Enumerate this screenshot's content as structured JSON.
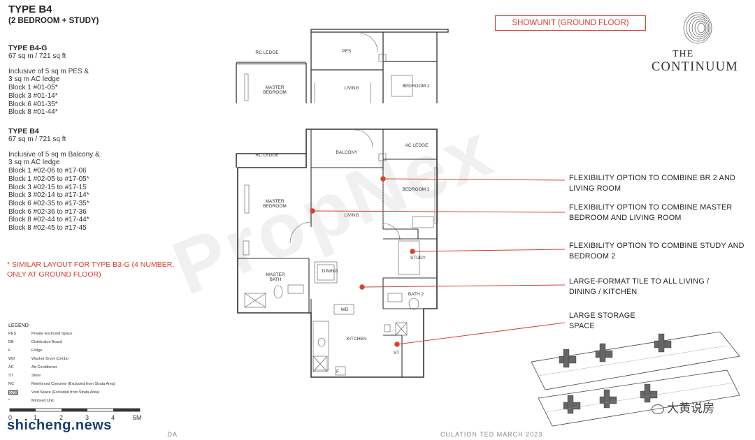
{
  "header": {
    "title": "TYPE B4",
    "subtitle": "(2 BEDROOM + STUDY)"
  },
  "unit_types": [
    {
      "name": "TYPE B4-G",
      "area": "67 sq m / 721 sq ft",
      "inclusive": [
        "Inclusive of 5 sq m PES &",
        "3 sq m AC ledge"
      ],
      "blocks": [
        "Block 1 #01-05*",
        "Block 3 #01-14*",
        "Block 6 #01-35*",
        "Block 8 #01-44*"
      ]
    },
    {
      "name": "TYPE B4",
      "area": "67 sq m / 721 sq ft",
      "inclusive": [
        "Inclusive of 5 sq m Balcony &",
        "3 sq m AC ledge"
      ],
      "blocks": [
        "Block 1 #02-06 to #17-06",
        "Block 1 #02-05 to #17-05*",
        "Block 3 #02-15 to #17-15",
        "Block 3 #02-14 to #17-14*",
        "Block 6 #02-35 to #17-35*",
        "Block 6 #02-36 to #17-36",
        "Block 8 #02-44 to #17-44*",
        "Block 8 #02-45 to #17-45"
      ]
    }
  ],
  "note": [
    "* SIMILAR LAYOUT FOR TYPE B3-G (4 NUMBER,",
    "ONLY AT GROUND FLOOR)"
  ],
  "legend": {
    "title": "LEGEND:",
    "items": [
      {
        "key": "PES",
        "value": "Private Enclosed Space"
      },
      {
        "key": "DB",
        "value": "Distribution Board"
      },
      {
        "key": "F",
        "value": "Fridge"
      },
      {
        "key": "WD",
        "value": "Washer Dryer Combo"
      },
      {
        "key": "AC",
        "value": "Air-Conditioner"
      },
      {
        "key": "ST",
        "value": "Store"
      },
      {
        "key": "RC",
        "value": "Reinforced Concrete (Excluded from Strata Area)"
      },
      {
        "key": "",
        "value": "Void Space (Excluded from Strata Area)"
      },
      {
        "key": "*",
        "value": "Mirrored Unit"
      }
    ]
  },
  "scale": {
    "labels": [
      "0",
      "1",
      "2",
      "3",
      "4",
      "5M"
    ]
  },
  "showunit_label": "SHOWUNIT (GROUND FLOOR)",
  "logo": {
    "line1": "THE",
    "line2": "CONTINUUM"
  },
  "callouts": [
    {
      "lines": [
        "FLEXIBILITY OPTION TO COMBINE BR 2 AND",
        "LIVING ROOM"
      ]
    },
    {
      "lines": [
        "FLEXIBILITY OPTION TO COMBINE MASTER",
        "BEDROOM AND LIVING ROOM"
      ]
    },
    {
      "lines": [
        "FLEXIBILITY OPTION TO COMBINE STUDY AND",
        "BEDROOM 2"
      ]
    },
    {
      "lines": [
        "LARGE-FORMAT TILE TO ALL LIVING /",
        "DINING / KITCHEN"
      ]
    },
    {
      "lines": [
        "LARGE STORAGE",
        "SPACE"
      ]
    }
  ],
  "plan_top": {
    "rooms": {
      "rc_ledge": "RC LEDGE",
      "pes": "PES",
      "master_bedroom": "MASTER\nBEDROOM",
      "living": "LIVING",
      "bedroom2": "BEDROOM 2"
    }
  },
  "plan_main": {
    "rooms": {
      "rc_ledge": "RC LEDGE",
      "balcony": "BALCONY",
      "ac_ledge": "AC LEDGE",
      "master_bedroom": "MASTER\nBEDROOM",
      "living": "LIVING",
      "bedroom2": "BEDROOM 2",
      "study": "STUDY",
      "dining": "DINING",
      "master_bath": "MASTER\nBATH",
      "bath2": "BATH 2",
      "kitchen": "KITCHEN",
      "wd": "WD",
      "st": "ST",
      "f": "F"
    }
  },
  "watermarks": {
    "brand": "PropNex",
    "site": "shicheng.news",
    "wechat": "大黄说房",
    "bottom_left": ".DA",
    "bottom_right": "CULATION   TED MARCH 2023"
  },
  "colors": {
    "accent": "#d9412e",
    "text": "#222222",
    "site_watermark": "#1a3f6e"
  }
}
